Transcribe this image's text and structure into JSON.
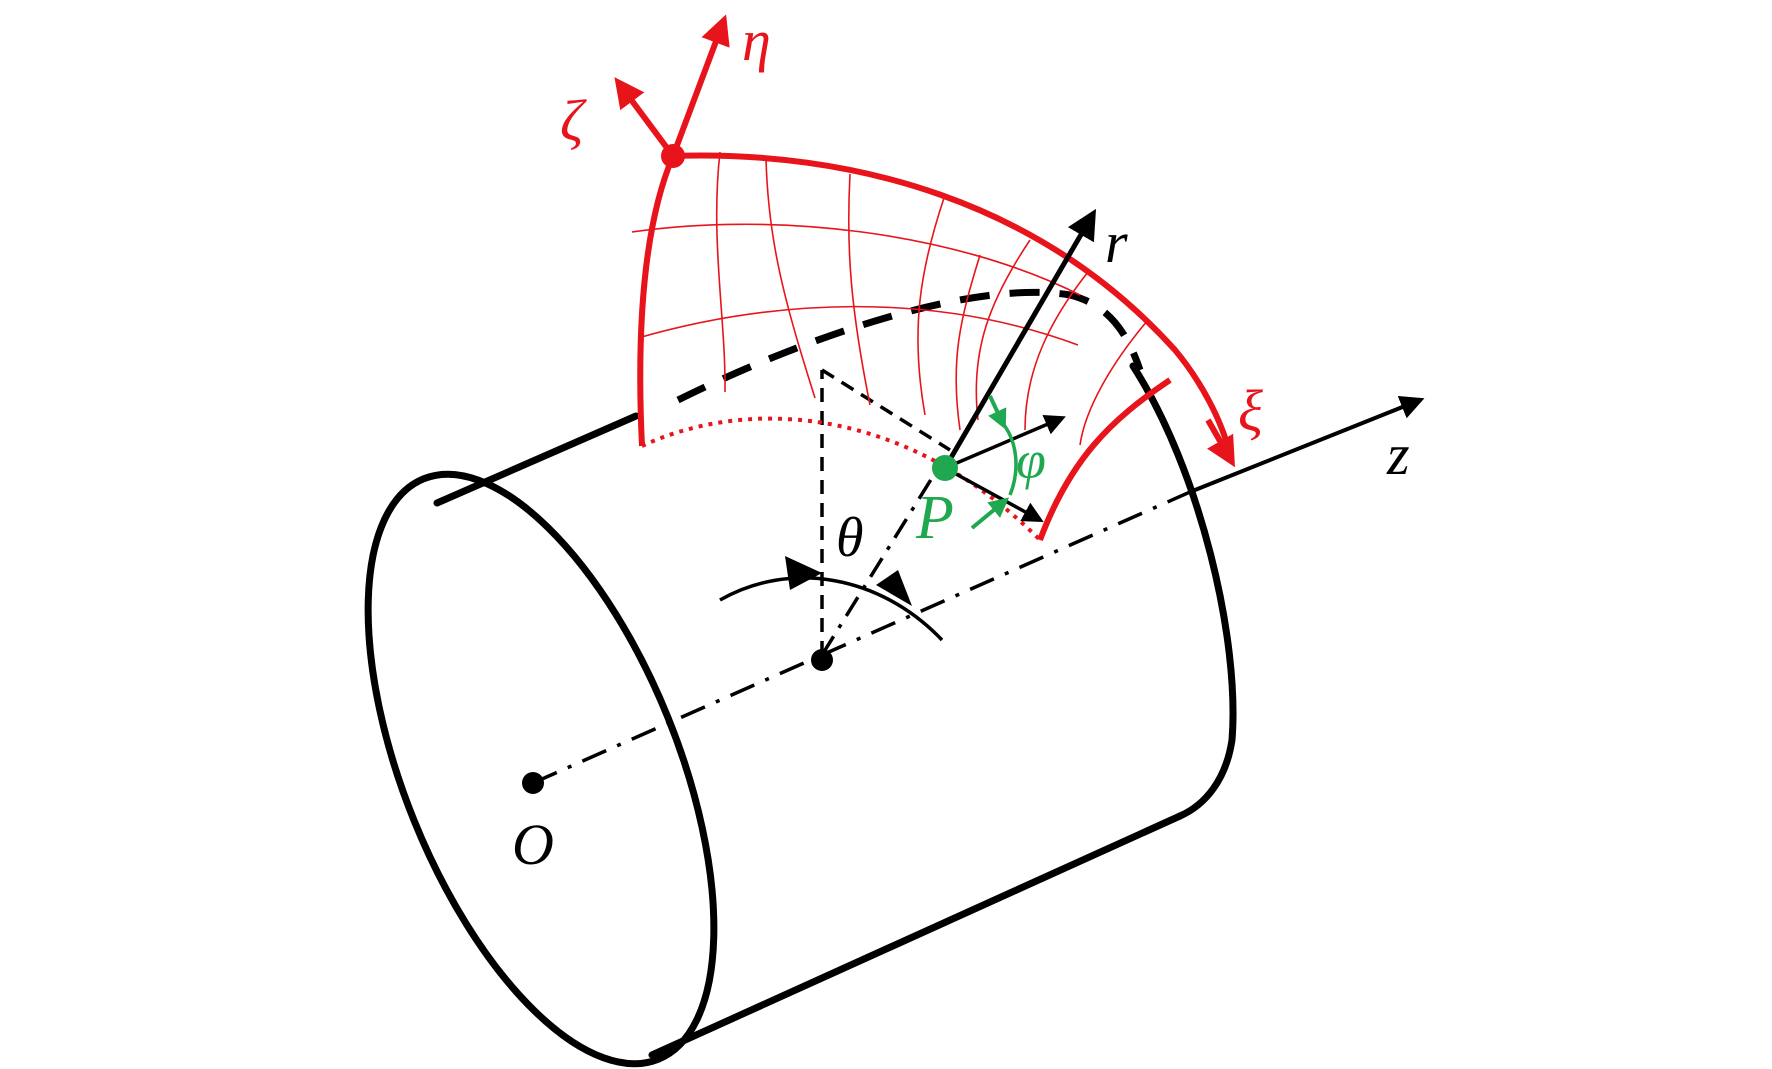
{
  "colors": {
    "black": "#000000",
    "red": "#e8141c",
    "green": "#1fa84f"
  },
  "labels": {
    "eta": "η",
    "zeta": "ζ",
    "xi": "ξ",
    "r": "r",
    "z": "z",
    "phi": "φ",
    "P": "P",
    "theta": "θ",
    "O": "O"
  }
}
